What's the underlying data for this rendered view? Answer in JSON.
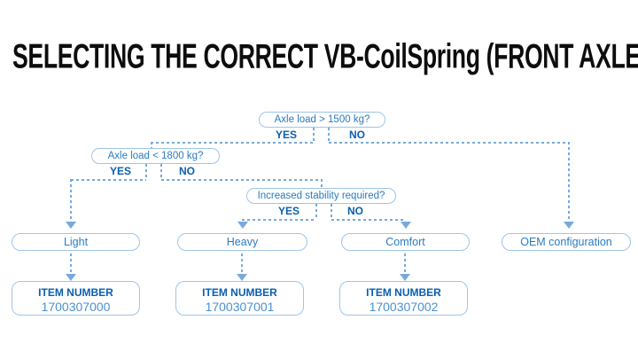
{
  "title": "SELECTING THE CORRECT VB-CoilSpring (FRONT AXLE)",
  "colors": {
    "title_text": "#0d0d0d",
    "box_border": "#9fc5e8",
    "box_text": "#2b7bc2",
    "yes_no_text": "#0a5fb0",
    "connector_line": "#79a9db",
    "item_number_text": "#4a90d2",
    "background": "#ffffff"
  },
  "flowchart": {
    "decisions": [
      {
        "question": "Axle load > 1500 kg?",
        "yes_label": "YES",
        "no_label": "NO"
      },
      {
        "question": "Axle load < 1800 kg?",
        "yes_label": "YES",
        "no_label": "NO"
      },
      {
        "question": "Increased stability required?",
        "yes_label": "YES",
        "no_label": "NO"
      }
    ],
    "outcomes": [
      {
        "label": "Light",
        "item_number_label": "ITEM NUMBER",
        "item_number": "1700307000"
      },
      {
        "label": "Heavy",
        "item_number_label": "ITEM NUMBER",
        "item_number": "1700307001"
      },
      {
        "label": "Comfort",
        "item_number_label": "ITEM NUMBER",
        "item_number": "1700307002"
      },
      {
        "label": "OEM configuration"
      }
    ]
  }
}
